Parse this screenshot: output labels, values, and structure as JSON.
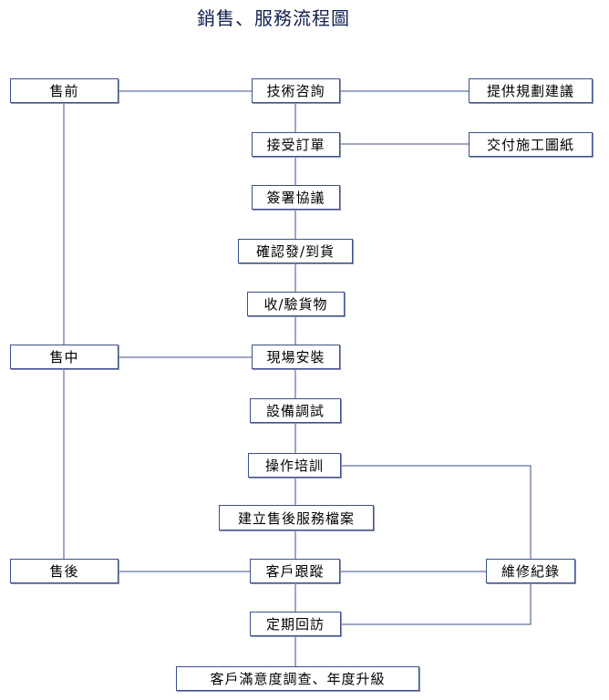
{
  "title": "銷售、服務流程圖",
  "nodes": {
    "pre_sale": "售前",
    "in_sale": "售中",
    "after_sale": "售後",
    "tech_consult": "技術咨詢",
    "plan_proposal": "提供規劃建議",
    "accept_order": "接受訂單",
    "deliver_drawings": "交付施工圖紙",
    "sign_agreement": "簽署協議",
    "confirm_shipment": "確認發/到貨",
    "receive_inspect": "收/驗貨物",
    "onsite_install": "現場安裝",
    "equipment_test": "設備調試",
    "operation_training": "操作培訓",
    "service_archive": "建立售後服務檔案",
    "customer_tracking": "客戶跟蹤",
    "maintenance_record": "維修紀錄",
    "regular_visit": "定期回訪",
    "satisfaction_upgrade": "客戶滿意度調查、年度升級"
  },
  "colors": {
    "line": "#3b4f8c",
    "box_border": "#3b4f8c",
    "title": "#0f1f4f"
  }
}
